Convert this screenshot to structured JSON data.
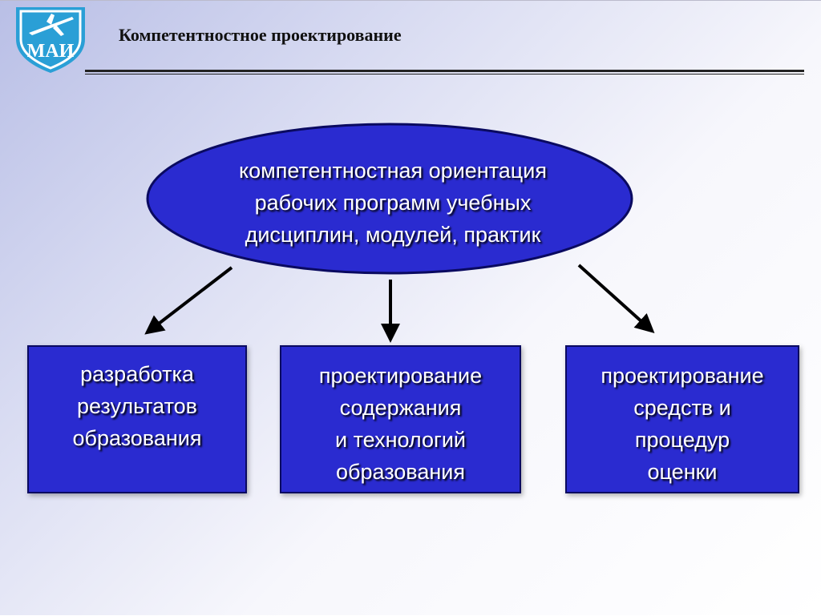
{
  "header": {
    "logo_text": "МАИ",
    "title": "Компетентностное проектирование"
  },
  "diagram": {
    "center": {
      "lines": [
        "компетентностная  ориентация",
        "рабочих программ учебных",
        "дисциплин, модулей, практик"
      ]
    },
    "boxes": [
      {
        "lines": [
          "разработка",
          "результатов",
          "образования"
        ]
      },
      {
        "lines": [
          "проектирование",
          "содержания",
          "и технологий",
          "образования"
        ]
      },
      {
        "lines": [
          "проектирование",
          "средств и",
          "процедур",
          "оценки"
        ]
      }
    ]
  },
  "colors": {
    "node_fill": "#2a2bd0",
    "node_border": "#0a0a60",
    "arrow": "#000000",
    "logo": "#2a9fd6"
  }
}
